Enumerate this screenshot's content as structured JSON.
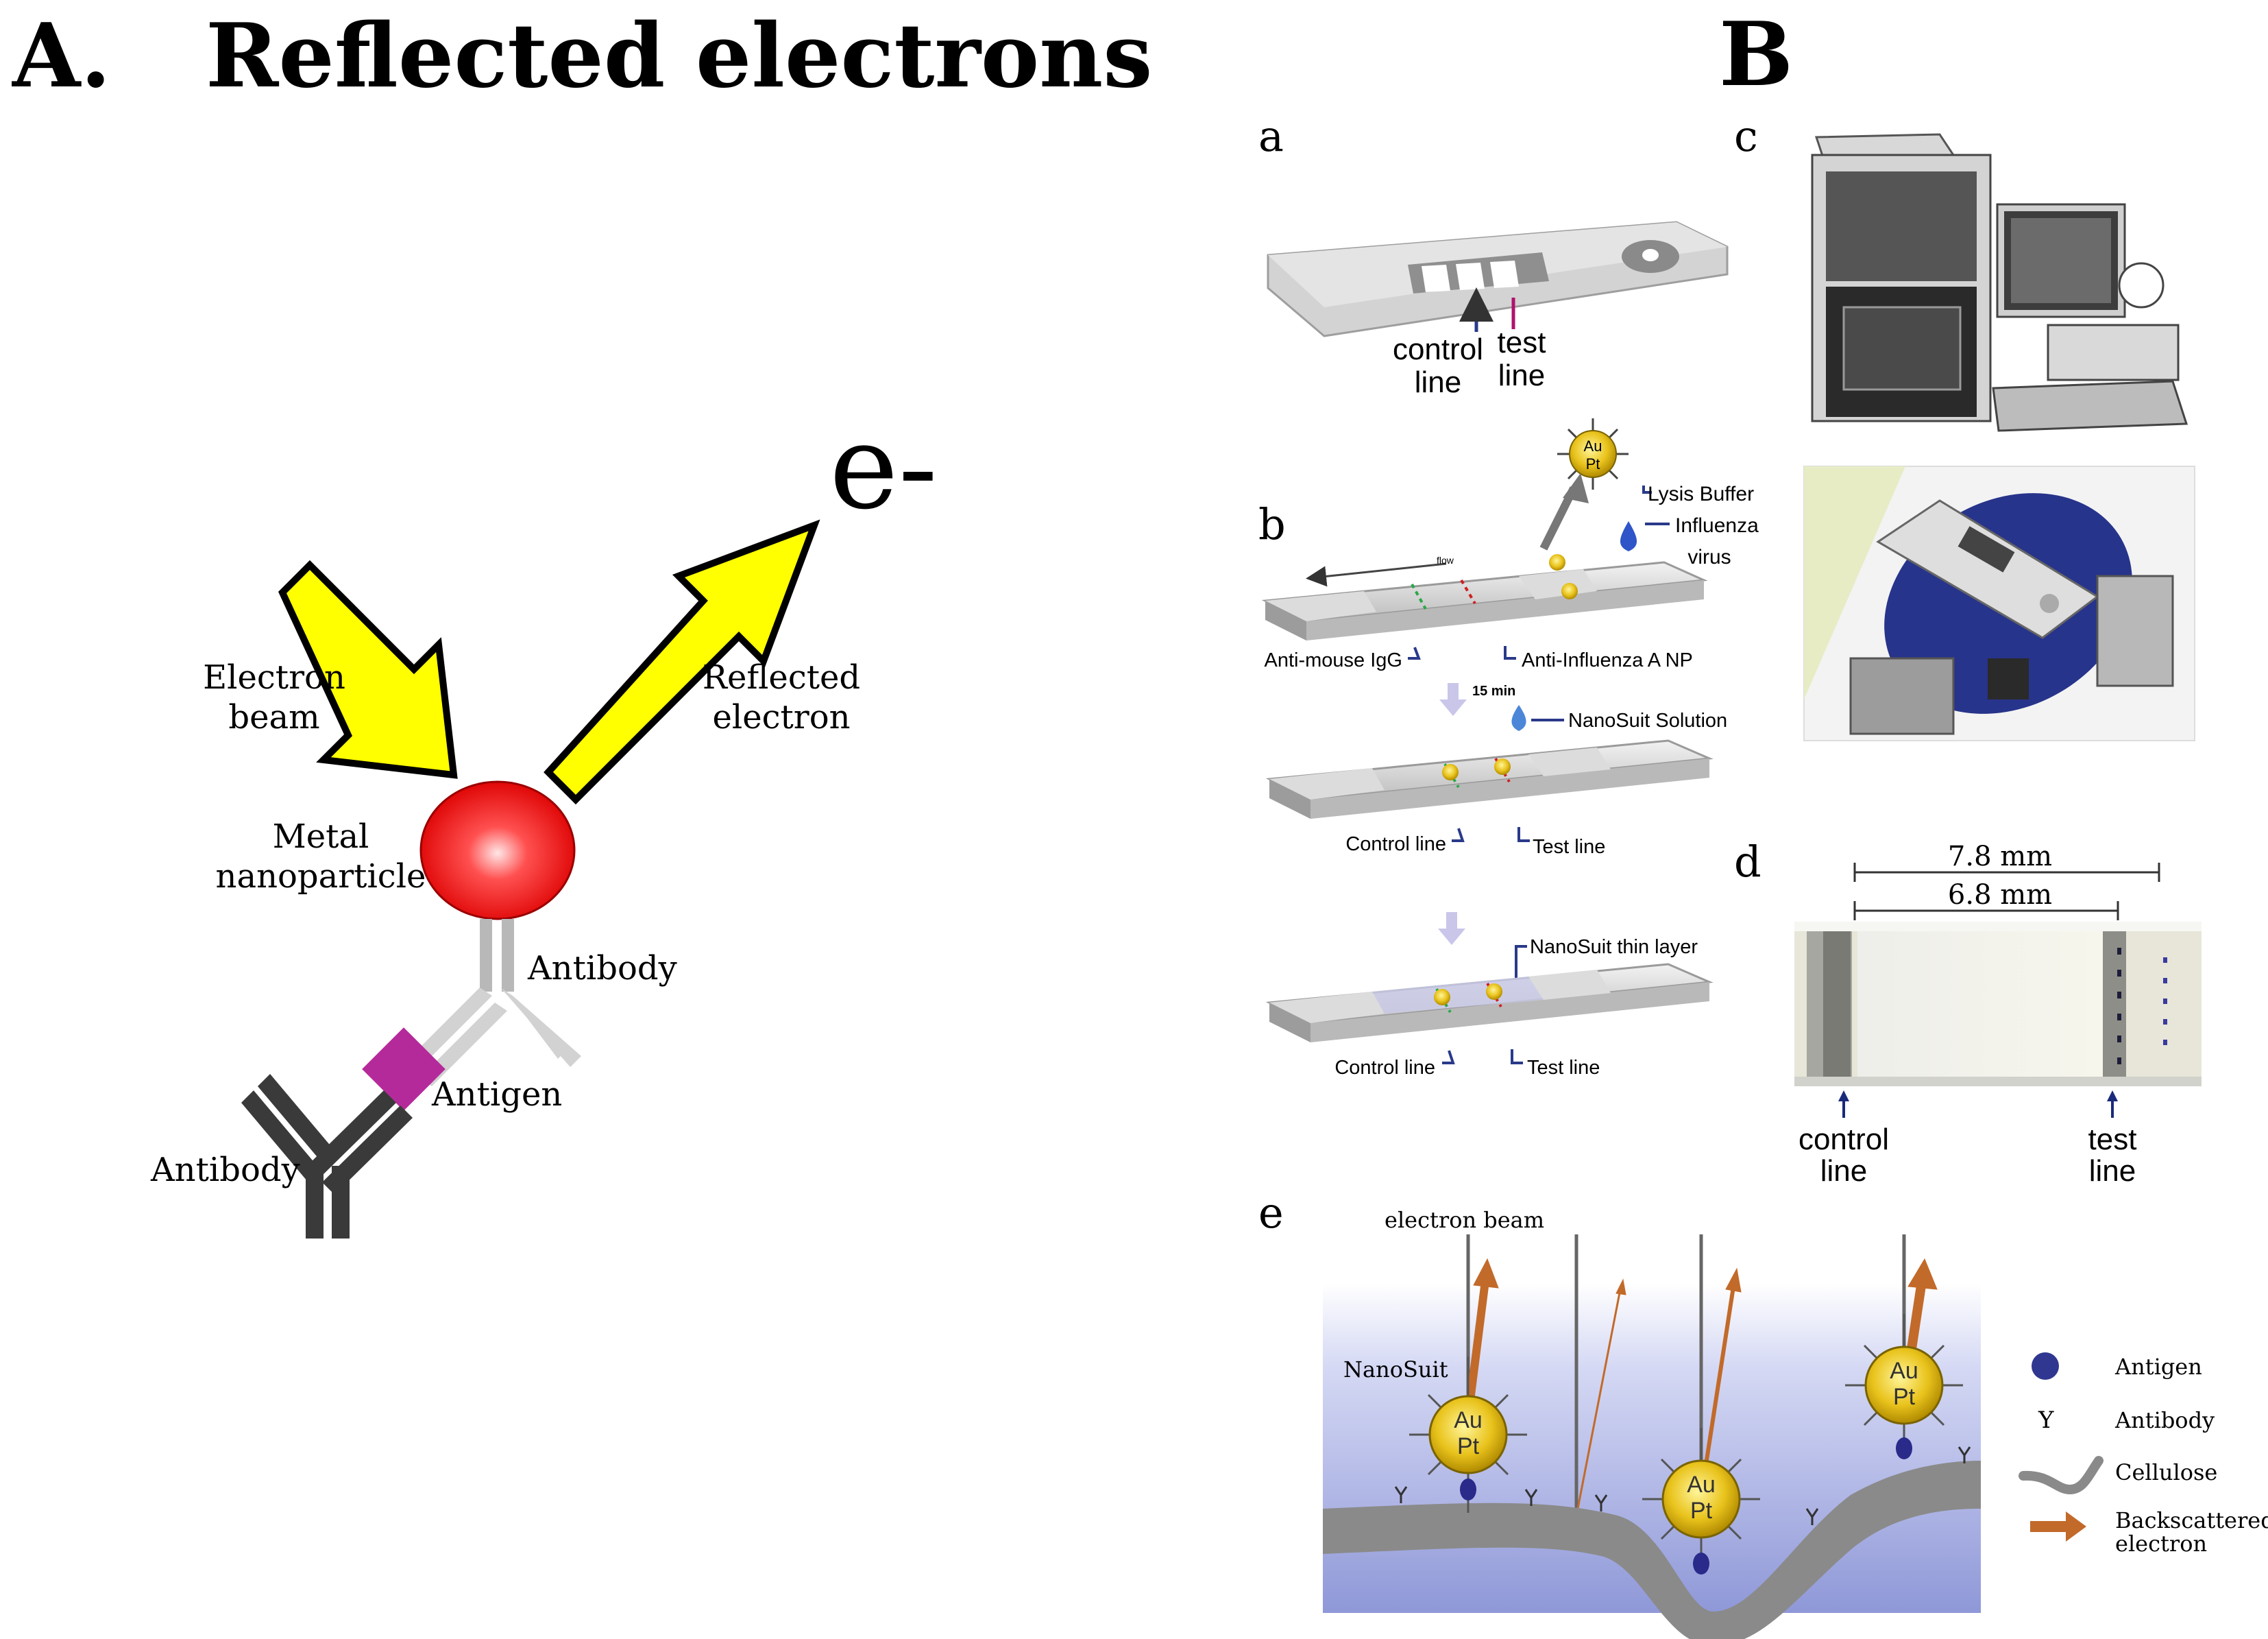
{
  "panel_a": {
    "letter": "A.",
    "title": "Reflected electrons",
    "emitted": "e-",
    "incoming_label": [
      "Electron",
      "beam"
    ],
    "outgoing_label": [
      "Reflected",
      "electron"
    ],
    "particle_label": [
      "Metal",
      "nanoparticle"
    ],
    "antibody_upper": "Antibody",
    "antigen": "Antigen",
    "antibody_lower": "Antibody"
  },
  "panel_b": {
    "letter": "B",
    "sub_a": {
      "letter": "a",
      "control": [
        "control",
        "line"
      ],
      "test": [
        "test",
        "line"
      ]
    },
    "sub_b": {
      "letter": "b",
      "particle": [
        "Au",
        "Pt"
      ],
      "lysis": "Lysis Buffer",
      "virus": [
        "Influenza",
        "virus"
      ],
      "flow": "flow",
      "anti_mouse": "Anti-mouse IgG",
      "anti_flu": "Anti-Influenza A NP",
      "time": "15 min",
      "nanosuit_solution": "NanoSuit Solution",
      "control1": "Control line",
      "test1": "Test line",
      "thin_layer": "NanoSuit thin layer",
      "control2": "Control line",
      "test2": "Test line"
    },
    "sub_c": {
      "letter": "c"
    },
    "sub_d": {
      "letter": "d",
      "dim_outer": "7.8 mm",
      "dim_inner": "6.8 mm",
      "control": [
        "control",
        "line"
      ],
      "test": [
        "test",
        "line"
      ]
    },
    "sub_e": {
      "letter": "e",
      "beam": "electron beam",
      "nanosuit": "NanoSuit",
      "particle": [
        "Au",
        "Pt"
      ],
      "antibody_glyph": "Y",
      "legend": {
        "antigen": "Antigen",
        "antibody": "Antibody",
        "cellulose": "Cellulose",
        "backscattered": [
          "Backscattered",
          "electron"
        ]
      }
    }
  },
  "colors": {
    "arrow_yellow": "#ffff00",
    "nanoparticle_red": "#ff1010",
    "antigen_magenta": "#b52a9a",
    "gold_particle": "#e9c31c",
    "backscatter_orange": "#c26a2a",
    "nanosuit_blue": "#8f98d8"
  }
}
